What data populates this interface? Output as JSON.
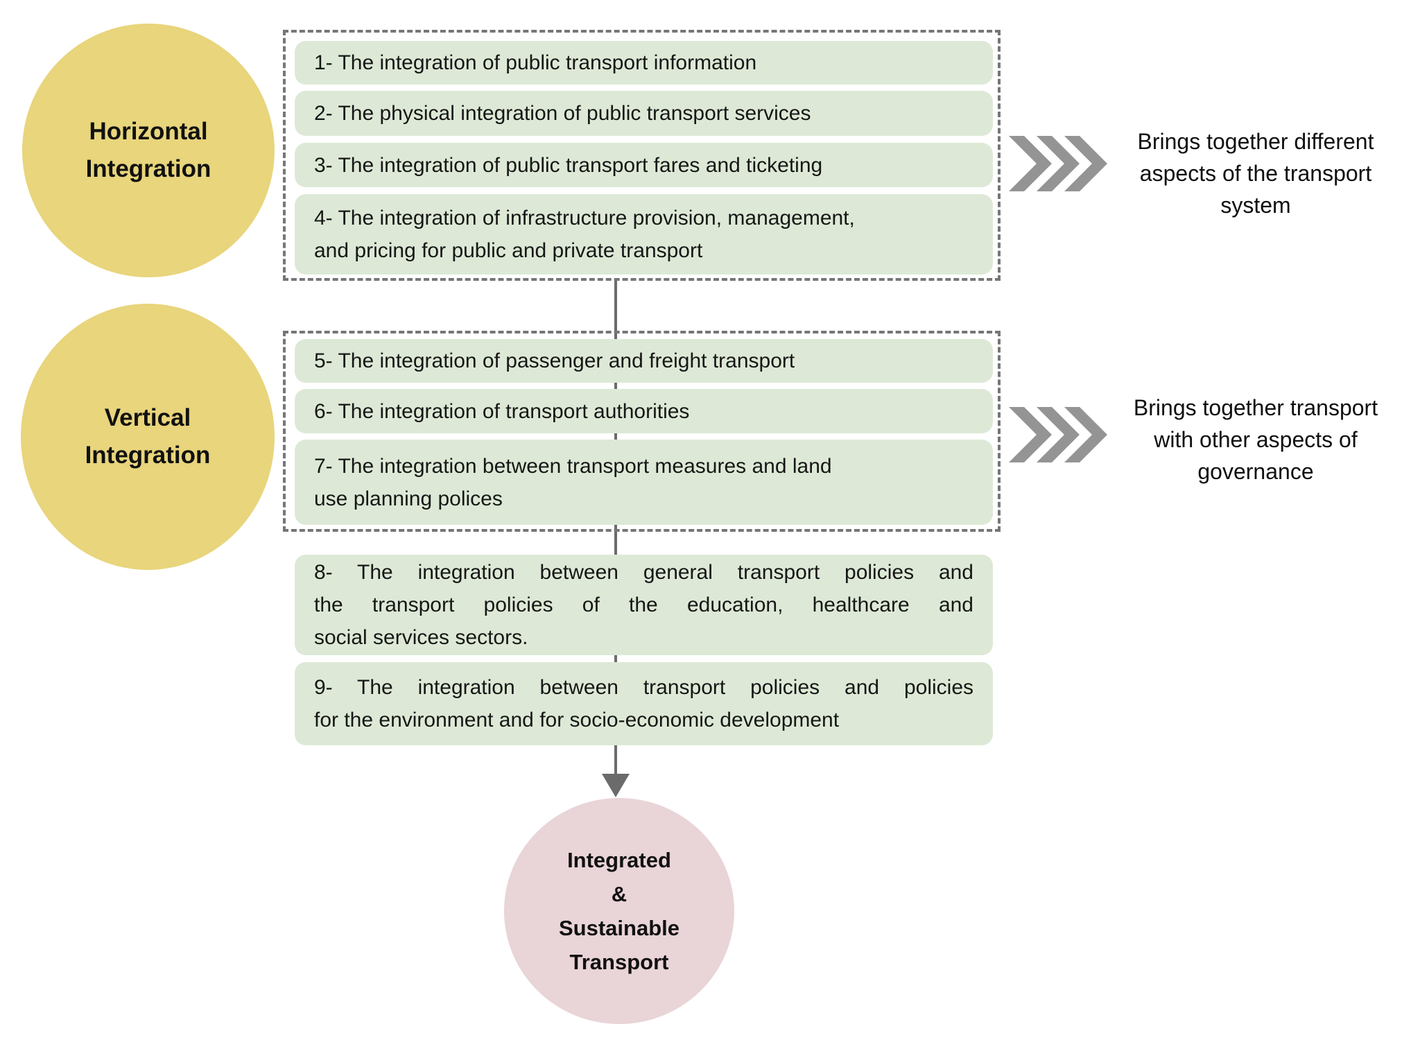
{
  "colors": {
    "circle_yellow": "#e8d57c",
    "box_green": "#dde9d6",
    "circle_pink": "#e9d4d8",
    "chevron_gray": "#949494",
    "connector_gray": "#6b6b6b",
    "dashed_border_gray": "#767676",
    "text_black": "#111111"
  },
  "horizontal": {
    "circle_lines": [
      "Horizontal",
      "Integration"
    ],
    "items": [
      {
        "lines": [
          "1- The integration of public transport information"
        ]
      },
      {
        "lines": [
          "2- The physical integration of public transport services"
        ]
      },
      {
        "lines": [
          "3- The integration of public transport fares and ticketing"
        ]
      },
      {
        "lines": [
          "4- The integration of infrastructure provision, management,",
          "and pricing for public and private transport"
        ]
      }
    ],
    "arrow_note_lines": [
      "Brings together different",
      "aspects of the transport",
      "system"
    ]
  },
  "vertical": {
    "circle_lines": [
      "Vertical",
      "Integration"
    ],
    "items": [
      {
        "lines": [
          "5- The integration of passenger and freight transport"
        ]
      },
      {
        "lines": [
          "6- The integration of transport authorities"
        ]
      },
      {
        "lines": [
          "7- The integration between transport measures and land",
          "use planning polices"
        ]
      }
    ],
    "arrow_note_lines": [
      "Brings together transport",
      "with other aspects of",
      "governance"
    ]
  },
  "cross_sector_items": [
    {
      "lines": [
        "8- The integration between general transport policies and",
        "the transport policies of the education, healthcare and",
        "social services sectors."
      ]
    },
    {
      "lines": [
        "9- The integration between transport policies and policies",
        "for the environment and for socio-economic development"
      ]
    }
  ],
  "result_circle_lines": [
    "Integrated",
    "&",
    "Sustainable",
    "Transport"
  ]
}
